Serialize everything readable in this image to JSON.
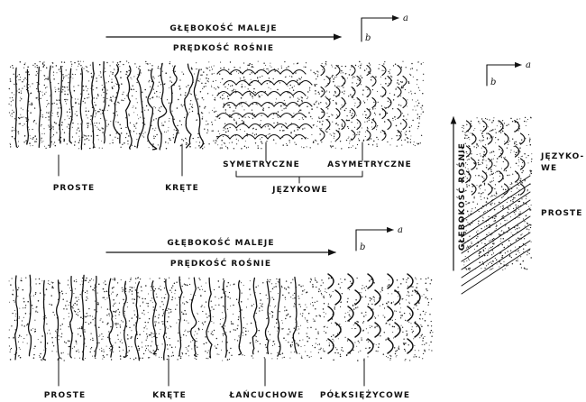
{
  "top_panel": {
    "arrow_text_1": "GŁĘBOKOŚĆ MALEJE",
    "arrow_text_2": "PRĘDKOŚĆ ROŚNIE",
    "axis_a": "a",
    "axis_b": "b",
    "labels": {
      "straight": "PROSTE",
      "sinuous": "KRĘTE",
      "symmetric": "SYMETRYCZNE",
      "asymmetric": "ASYMETRYCZNE",
      "linguoid": "JĘZYKOWE"
    }
  },
  "bottom_panel": {
    "arrow_text_1": "GŁĘBOKOŚĆ MALEJE",
    "arrow_text_2": "PRĘDKOŚĆ ROŚNIE",
    "axis_a": "a",
    "axis_b": "b",
    "labels": {
      "straight": "PROSTE",
      "sinuous": "KRĘTE",
      "catenary": "ŁAŃCUCHOWE",
      "lunate": "PÓŁKSIĘŻYCOWE"
    }
  },
  "side_panel": {
    "vertical_text": "GŁĘBOKOŚĆ ROŚNIE",
    "axis_a": "a",
    "axis_b": "b",
    "label_linguoid_1": "JĘZYKO-",
    "label_linguoid_2": "WE",
    "label_straight": "PROSTE"
  },
  "colors": {
    "ink": "#111111",
    "paper": "#ffffff"
  }
}
